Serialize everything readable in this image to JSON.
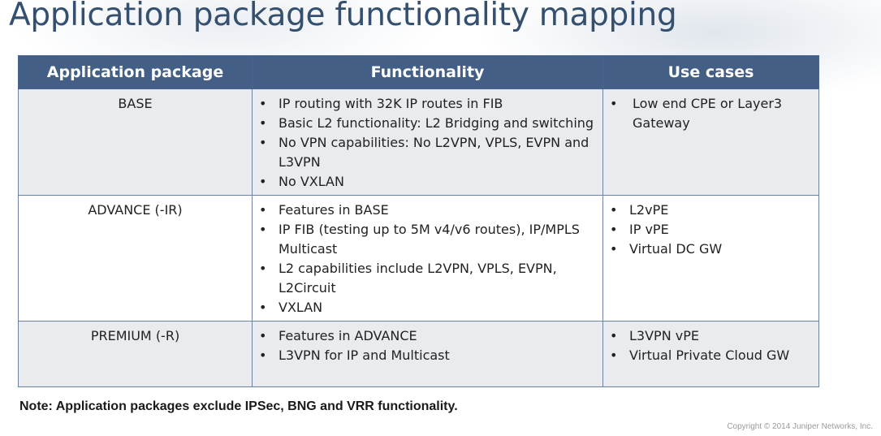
{
  "slide": {
    "title": "Application package functionality mapping",
    "note": "Note: Application packages exclude IPSec, BNG and VRR functionality.",
    "copyright": "Copyright © 2014 Juniper Networks, Inc."
  },
  "table": {
    "headers": [
      "Application package",
      "Functionality",
      "Use cases"
    ],
    "rows": [
      {
        "package": "BASE",
        "functionality": [
          "IP routing with 32K IP routes in FIB",
          "Basic L2 functionality: L2 Bridging and switching",
          "No VPN capabilities: No L2VPN, VPLS, EVPN and L3VPN",
          "No VXLAN"
        ],
        "use_cases": [
          "Low end CPE or Layer3 Gateway"
        ]
      },
      {
        "package": "ADVANCE (-IR)",
        "functionality": [
          "Features in BASE",
          "IP FIB (testing up to 5M v4/v6 routes), IP/MPLS Multicast",
          "L2 capabilities include L2VPN, VPLS, EVPN, L2Circuit",
          "VXLAN"
        ],
        "use_cases": [
          "L2vPE",
          "IP vPE",
          "Virtual DC GW"
        ]
      },
      {
        "package": "PREMIUM (-R)",
        "functionality": [
          "Features in ADVANCE",
          "L3VPN for IP and Multicast"
        ],
        "use_cases": [
          "L3VPN vPE",
          "Virtual Private Cloud GW"
        ]
      }
    ]
  }
}
